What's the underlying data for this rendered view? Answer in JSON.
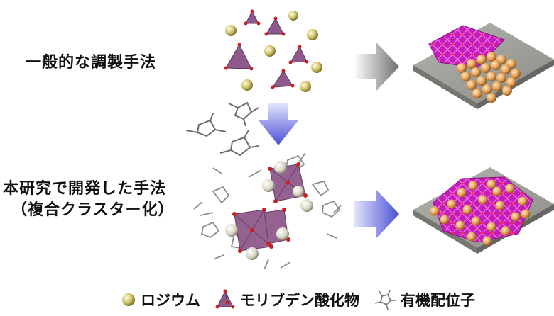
{
  "labels": {
    "conventional": "一般的な調製手法",
    "this_work_line1": "本研究で開発した手法",
    "this_work_line2": "（複合クラスター化）"
  },
  "legend": {
    "rhodium": "ロジウム",
    "molybdenum_oxide": "モリブデン酸化物",
    "organic_ligand": "有機配位子"
  },
  "colors": {
    "rhodium": "#cfc46a",
    "moox": "#8e5a8c",
    "oxygen": "#cc1f1f",
    "arrow_gray": "#8a8a8a",
    "arrow_blue": "#5b5fd8",
    "substrate": "#9e9e98",
    "magenta": "#d11fc6",
    "sphere": "#e7a45a"
  },
  "icons": [
    "rhodium-sphere-icon",
    "moox-tetrahedron-icon",
    "organic-ligand-icon"
  ]
}
